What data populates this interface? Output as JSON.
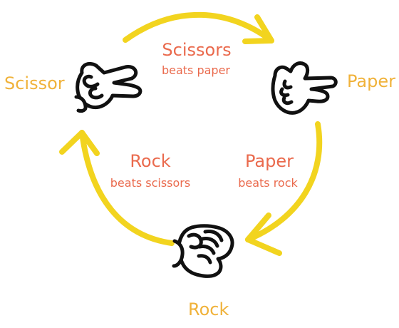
{
  "nodes": {
    "scissor": {
      "label": "Scissor",
      "icon": "scissors-hand-icon"
    },
    "paper": {
      "label": "Paper",
      "icon": "open-hand-icon"
    },
    "rock": {
      "label": "Rock",
      "icon": "fist-icon"
    }
  },
  "rules": {
    "scissors_paper": {
      "main": "Scissors",
      "sub": "beats paper"
    },
    "paper_rock": {
      "main": "Paper",
      "sub": "beats rock"
    },
    "rock_scissors": {
      "main": "Rock",
      "sub": "beats scissors"
    }
  },
  "colors": {
    "label": "#f0b23a",
    "rule_text": "#ea6a4d",
    "arrow": "#f2d41f",
    "hand_outline": "#111111"
  }
}
